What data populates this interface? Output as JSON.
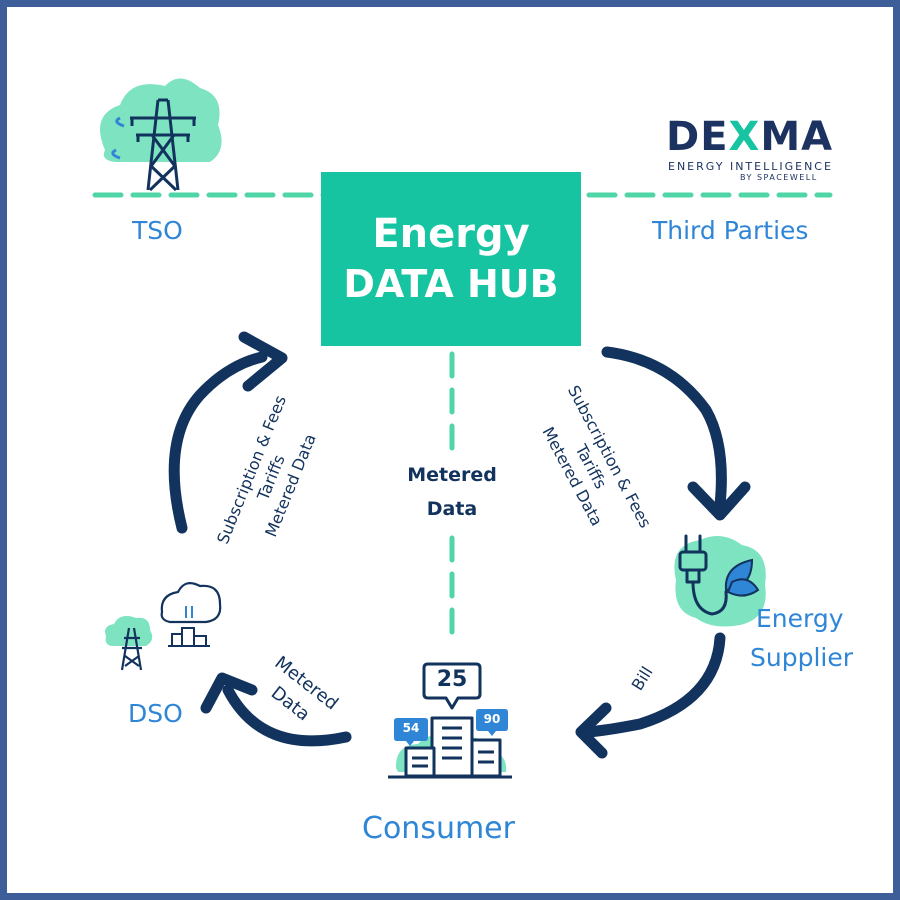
{
  "logo": {
    "brand_left": "DE",
    "brand_x": "X",
    "brand_right": "MA",
    "tagline": "ENERGY INTELLIGENCE",
    "byline": "BY SPACEWELL"
  },
  "hub": {
    "title": "Energy",
    "subtitle": "DATA HUB"
  },
  "actors": {
    "tso": "TSO",
    "third_parties": "Third Parties",
    "energy_supplier_line1": "Energy",
    "energy_supplier_line2": "Supplier",
    "dso": "DSO",
    "consumer": "Consumer"
  },
  "flows": {
    "left_line1": "Subscription & Fees",
    "left_line2": "Tariffs",
    "left_line3": "Metered Data",
    "right_line1": "Subscription & Fees",
    "right_line2": "Tariffs",
    "right_line3": "Metered Data",
    "center_line1": "Metered",
    "center_line2": "Data",
    "bill": "Bill",
    "dso_line1": "Metered",
    "dso_line2": "Data"
  },
  "badges": {
    "main": "25",
    "left": "54",
    "right": "90"
  },
  "colors": {
    "frame": "#3d5e98",
    "hub": "#16c4a1",
    "arrow": "#12335e",
    "actor_text": "#2f86d6",
    "dash": "#4fd5a6",
    "cloud": "#7ee3c0"
  }
}
